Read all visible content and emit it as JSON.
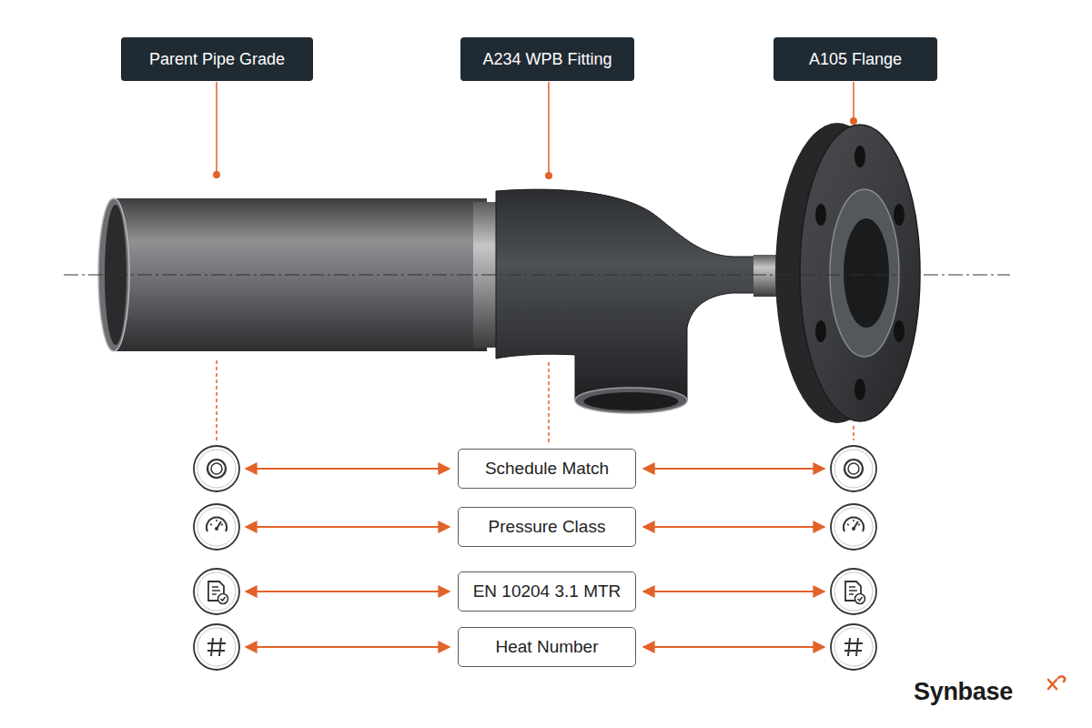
{
  "diagram": {
    "nodes": [
      {
        "text": [
          "Parent Pipe Grade"
        ]
      },
      {
        "text": [
          "A234 WPB Fitting"
        ]
      },
      {
        "text": [
          "A105 Flange"
        ]
      },
      {
        "text": [
          "Schedule Match"
        ]
      },
      {
        "text": [
          "Pressure Class"
        ]
      },
      {
        "text": [
          "EN 10204 3.1 MTR"
        ]
      },
      {
        "text": [
          "Heat Number"
        ]
      }
    ],
    "labels": [
      "Synbase"
    ]
  }
}
